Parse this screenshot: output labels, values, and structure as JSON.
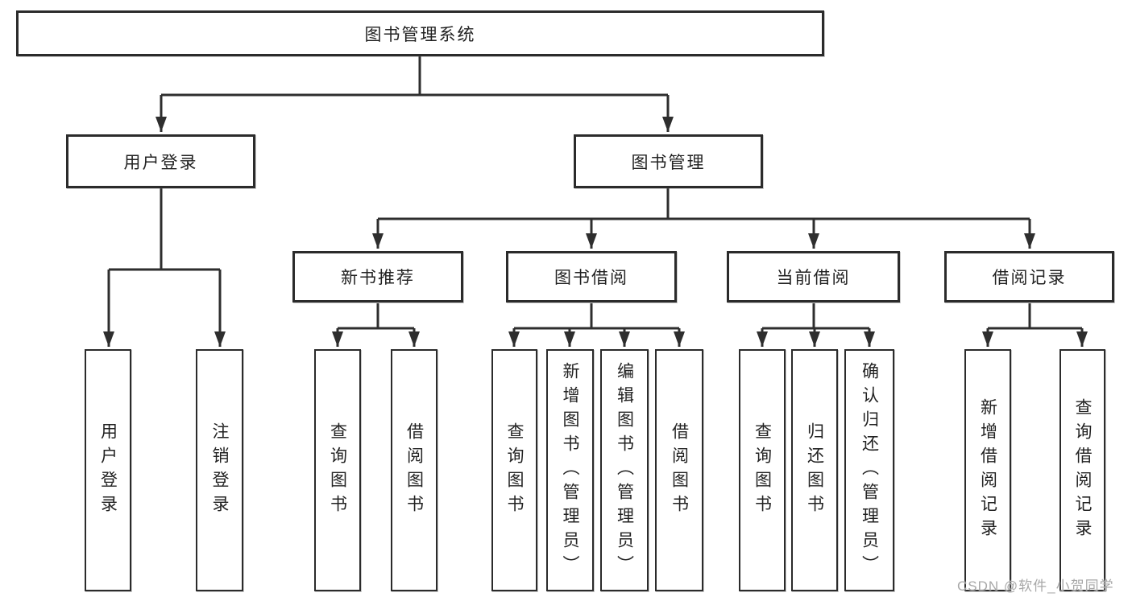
{
  "diagram_title": "图书管理系统",
  "colors": {
    "line": "#2e2e2e",
    "box_border": "#2b2b2b",
    "box_fill": "#ffffff",
    "text": "#222222",
    "watermark": "#a8a8a8"
  },
  "nodes": {
    "root": {
      "label": "图书管理系统"
    },
    "user_login": {
      "label": "用户登录"
    },
    "book_mgmt": {
      "label": "图书管理"
    },
    "new_book_rec": {
      "label": "新书推荐"
    },
    "book_borrow": {
      "label": "图书借阅"
    },
    "current_borrow": {
      "label": "当前借阅"
    },
    "borrow_records": {
      "label": "借阅记录"
    },
    "leaf_user_login": {
      "label": "用户登录"
    },
    "leaf_logout": {
      "label": "注销登录"
    },
    "leaf_query_books_rec": {
      "label": "查询图书"
    },
    "leaf_borrow_books_rec": {
      "label": "借阅图书"
    },
    "leaf_query_books_borrow": {
      "label": "查询图书"
    },
    "leaf_add_books_admin": {
      "label": "新增图书（管理员）"
    },
    "leaf_edit_books_admin": {
      "label": "编辑图书（管理员）"
    },
    "leaf_borrow_books_borrow": {
      "label": "借阅图书"
    },
    "leaf_query_books_current": {
      "label": "查询图书"
    },
    "leaf_return_books": {
      "label": "归还图书"
    },
    "leaf_confirm_return_admin": {
      "label": "确认归还（管理员）"
    },
    "leaf_add_borrow_record": {
      "label": "新增借阅记录"
    },
    "leaf_query_borrow_record": {
      "label": "查询借阅记录"
    }
  },
  "watermark": {
    "text": "CSDN @软件_小贺同学"
  }
}
